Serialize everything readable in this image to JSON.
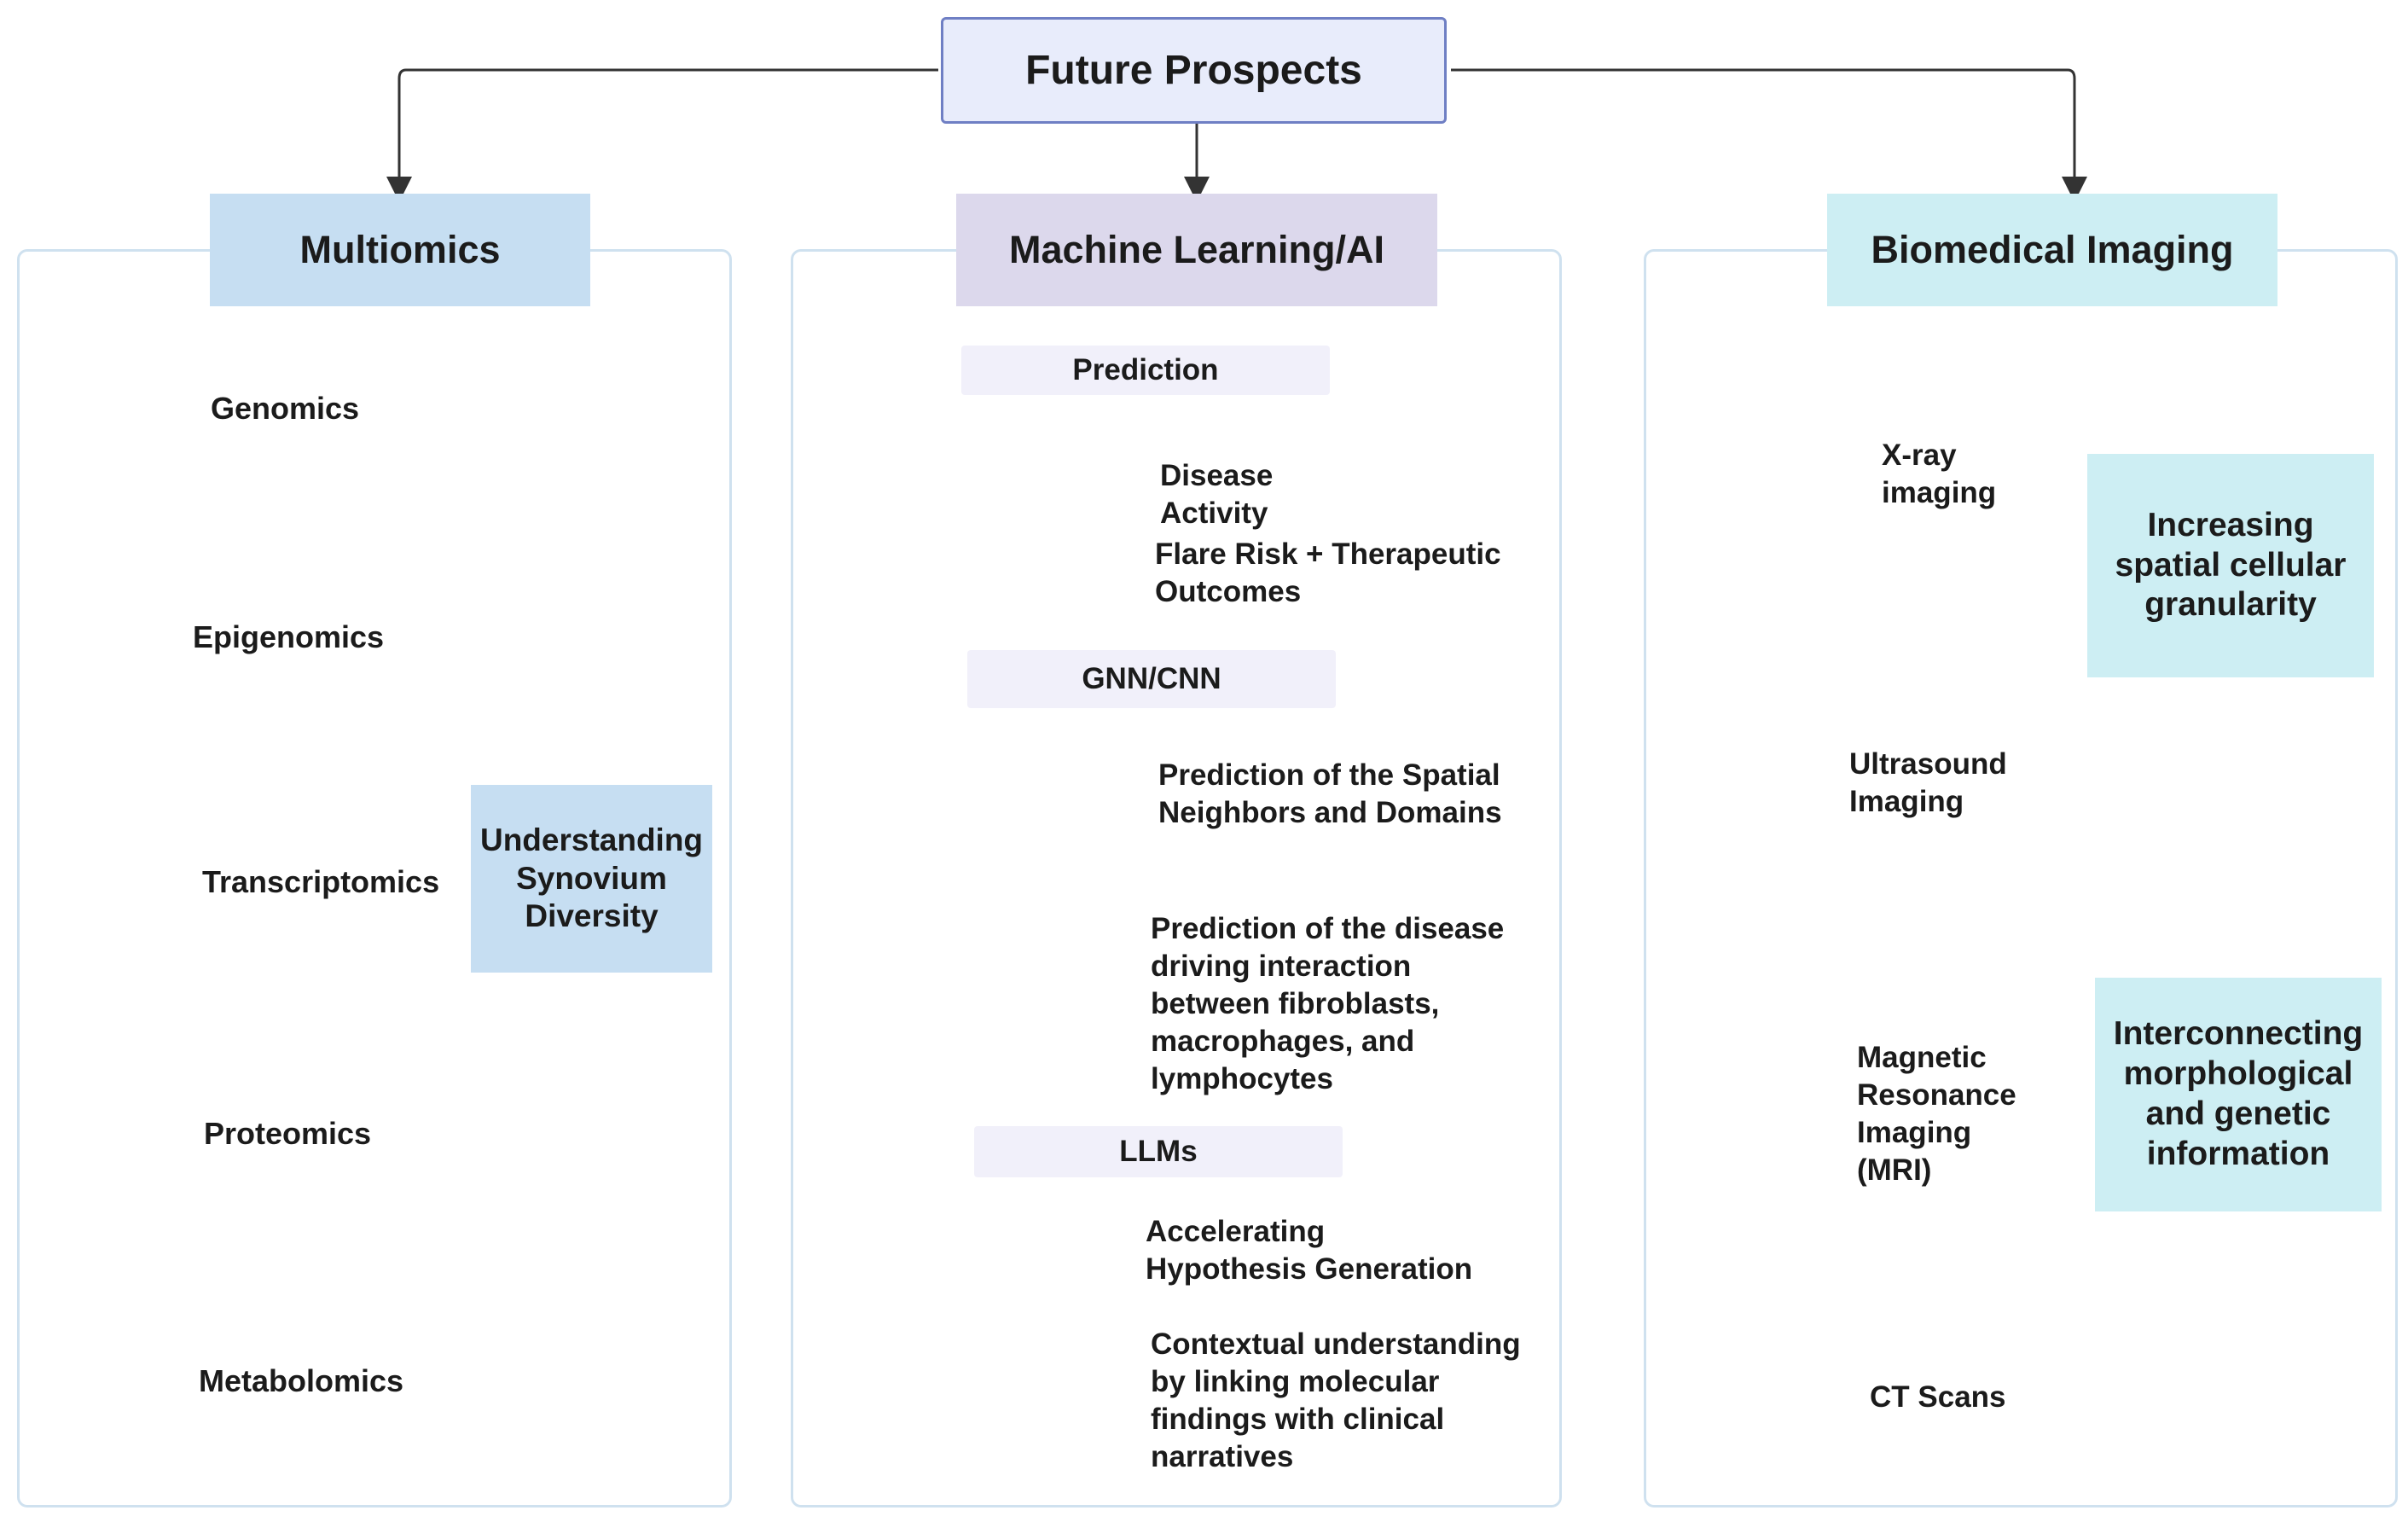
{
  "root": {
    "title": "Future Prospects"
  },
  "columns": {
    "multiomics": {
      "title": "Multiomics",
      "items": [
        "Genomics",
        "Epigenomics",
        "Transcriptomics",
        "Proteomics",
        "Metabolomics"
      ],
      "callout": "Understanding Synovium Diversity"
    },
    "ml": {
      "title": "Machine Learning/AI",
      "sections": [
        {
          "heading": "Prediction",
          "items": [
            "Disease\nActivity",
            "Flare Risk + Therapeutic\nOutcomes"
          ]
        },
        {
          "heading": "GNN/CNN",
          "items": [
            "Prediction of the Spatial\nNeighbors and Domains",
            "Prediction of the disease\ndriving interaction\nbetween fibroblasts,\nmacrophages, and\nlymphocytes"
          ]
        },
        {
          "heading": "LLMs",
          "items": [
            "Accelerating\nHypothesis Generation",
            "Contextual understanding\nby linking molecular\nfindings with clinical\nnarratives"
          ]
        }
      ]
    },
    "imaging": {
      "title": "Biomedical Imaging",
      "items": [
        "X-ray\nimaging",
        "Ultrasound\nImaging",
        "Magnetic\nResonance\nImaging\n(MRI)",
        "CT Scans"
      ],
      "callouts": [
        "Increasing\nspatial cellular\ngranularity",
        "Interconnecting\nmorphological\nand genetic\ninformation"
      ]
    }
  },
  "colors": {
    "root_fill": "#e8ecfb",
    "root_border": "#6f7fc4",
    "multiomics_fill": "#c6def2",
    "ml_fill": "#dcd8ec",
    "imaging_fill": "#cdeef3",
    "panel_border": "#cfe1ef",
    "sub_fill": "#f1f0fa",
    "icon_blue": "#6aa5d3",
    "icon_purple": "#9b86c0"
  }
}
